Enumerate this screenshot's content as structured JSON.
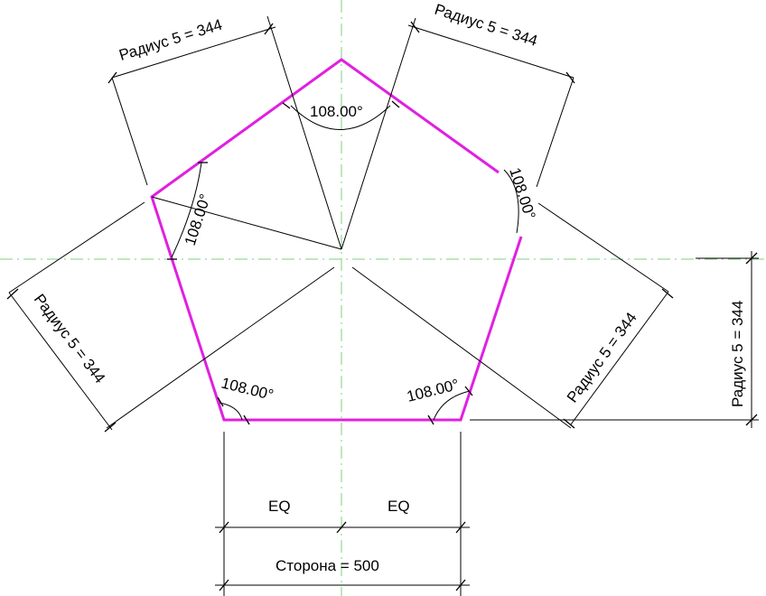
{
  "colors": {
    "pentagon": "#e020e0",
    "reference_lines": "#7fcf7f",
    "dimensions": "#000000"
  },
  "labels": {
    "radius_top_left": "Радиус 5 = 344",
    "radius_top_right": "Радиус 5 = 344",
    "radius_left": "Радиус 5 = 344",
    "radius_right": "Радиус 5 = 344",
    "radius_vertical": "Радиус 5 = 344",
    "angle_top": "108.00°",
    "angle_left": "108.00°",
    "angle_right": "108.00°",
    "angle_bottom_left": "108.00°",
    "angle_bottom_right": "108.00°",
    "eq_left": "EQ",
    "eq_right": "EQ",
    "side": "Сторона = 500"
  }
}
